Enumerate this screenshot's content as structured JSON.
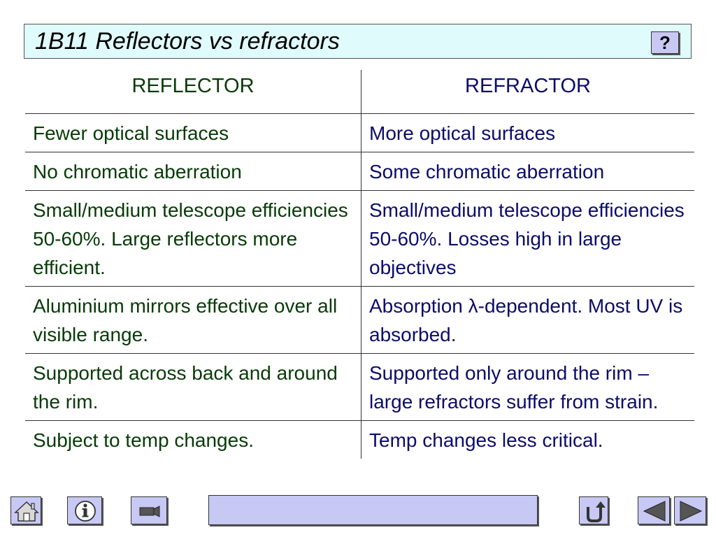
{
  "header": {
    "title": "1B11 Reflectors vs refractors",
    "help_label": "?"
  },
  "table": {
    "columns": [
      "REFLECTOR",
      "REFRACTOR"
    ],
    "rows": [
      [
        "Fewer optical surfaces",
        "More optical surfaces"
      ],
      [
        "No chromatic aberration",
        "Some chromatic aberration"
      ],
      [
        "Small/medium telescope efficiencies 50-60%. Large reflectors more efficient.",
        "Small/medium telescope efficiencies 50-60%. Losses high in large objectives"
      ],
      [
        "Aluminium mirrors effective over all visible range.",
        "Absorption λ-dependent. Most UV is absorbed."
      ],
      [
        "Supported across back and around the rim.",
        "Supported only around the rim – large refractors suffer from strain."
      ],
      [
        "Subject to temp changes.",
        "Temp changes less critical."
      ]
    ]
  },
  "nav": {
    "icons": [
      "home-icon",
      "info-icon",
      "camera-icon",
      "return-icon",
      "previous-icon",
      "next-icon"
    ]
  },
  "colors": {
    "title_background": "#e0fbfb",
    "button_fill": "#c8c8f4",
    "reflector_text": "#073b07",
    "refractor_text": "#0c0c6a"
  }
}
